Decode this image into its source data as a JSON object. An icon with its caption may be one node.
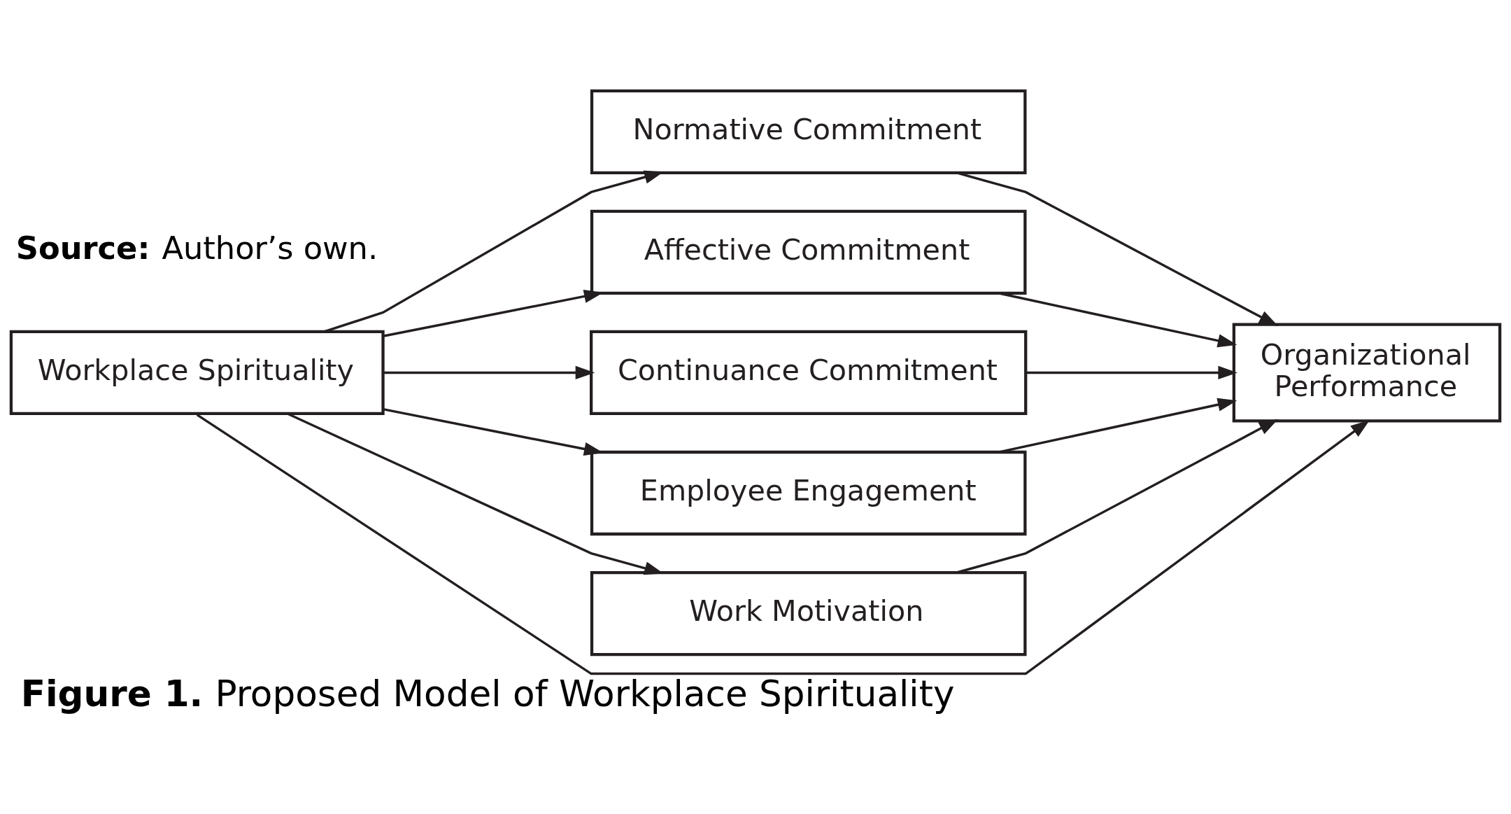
{
  "diagram": {
    "caption": "**Figure 1.** Proposed Model of Workplace Spirituality",
    "nodes": [
      {
        "text": [
          "Workplace Spirituality"
        ]
      },
      {
        "text": [
          "Normative Commitment"
        ]
      },
      {
        "text": [
          "Affective Commitment"
        ]
      },
      {
        "text": [
          "Continuance Commitment"
        ]
      },
      {
        "text": [
          "Employee Engagement"
        ]
      },
      {
        "text": [
          "Work Motivation"
        ]
      },
      {
        "text": [
          "Organizational Performance"
        ]
      }
    ],
    "edges": [
      {
        "from": 0,
        "to": 1,
        "arrow": "to"
      },
      {
        "from": 0,
        "to": 2,
        "arrow": "to"
      },
      {
        "from": 0,
        "to": 3,
        "arrow": "to"
      },
      {
        "from": 0,
        "to": 4,
        "arrow": "to"
      },
      {
        "from": 0,
        "to": 5,
        "arrow": "to"
      },
      {
        "from": 1,
        "to": 6,
        "arrow": "to"
      },
      {
        "from": 2,
        "to": 6,
        "arrow": "to"
      },
      {
        "from": 3,
        "to": 6,
        "arrow": "to"
      },
      {
        "from": 4,
        "to": 6,
        "arrow": "to"
      },
      {
        "from": 5,
        "to": 6,
        "arrow": "to"
      },
      {
        "from": 0,
        "to": 6,
        "arrow": "to"
      }
    ],
    "labels": [
      "**Source:** Author’s own."
    ]
  }
}
